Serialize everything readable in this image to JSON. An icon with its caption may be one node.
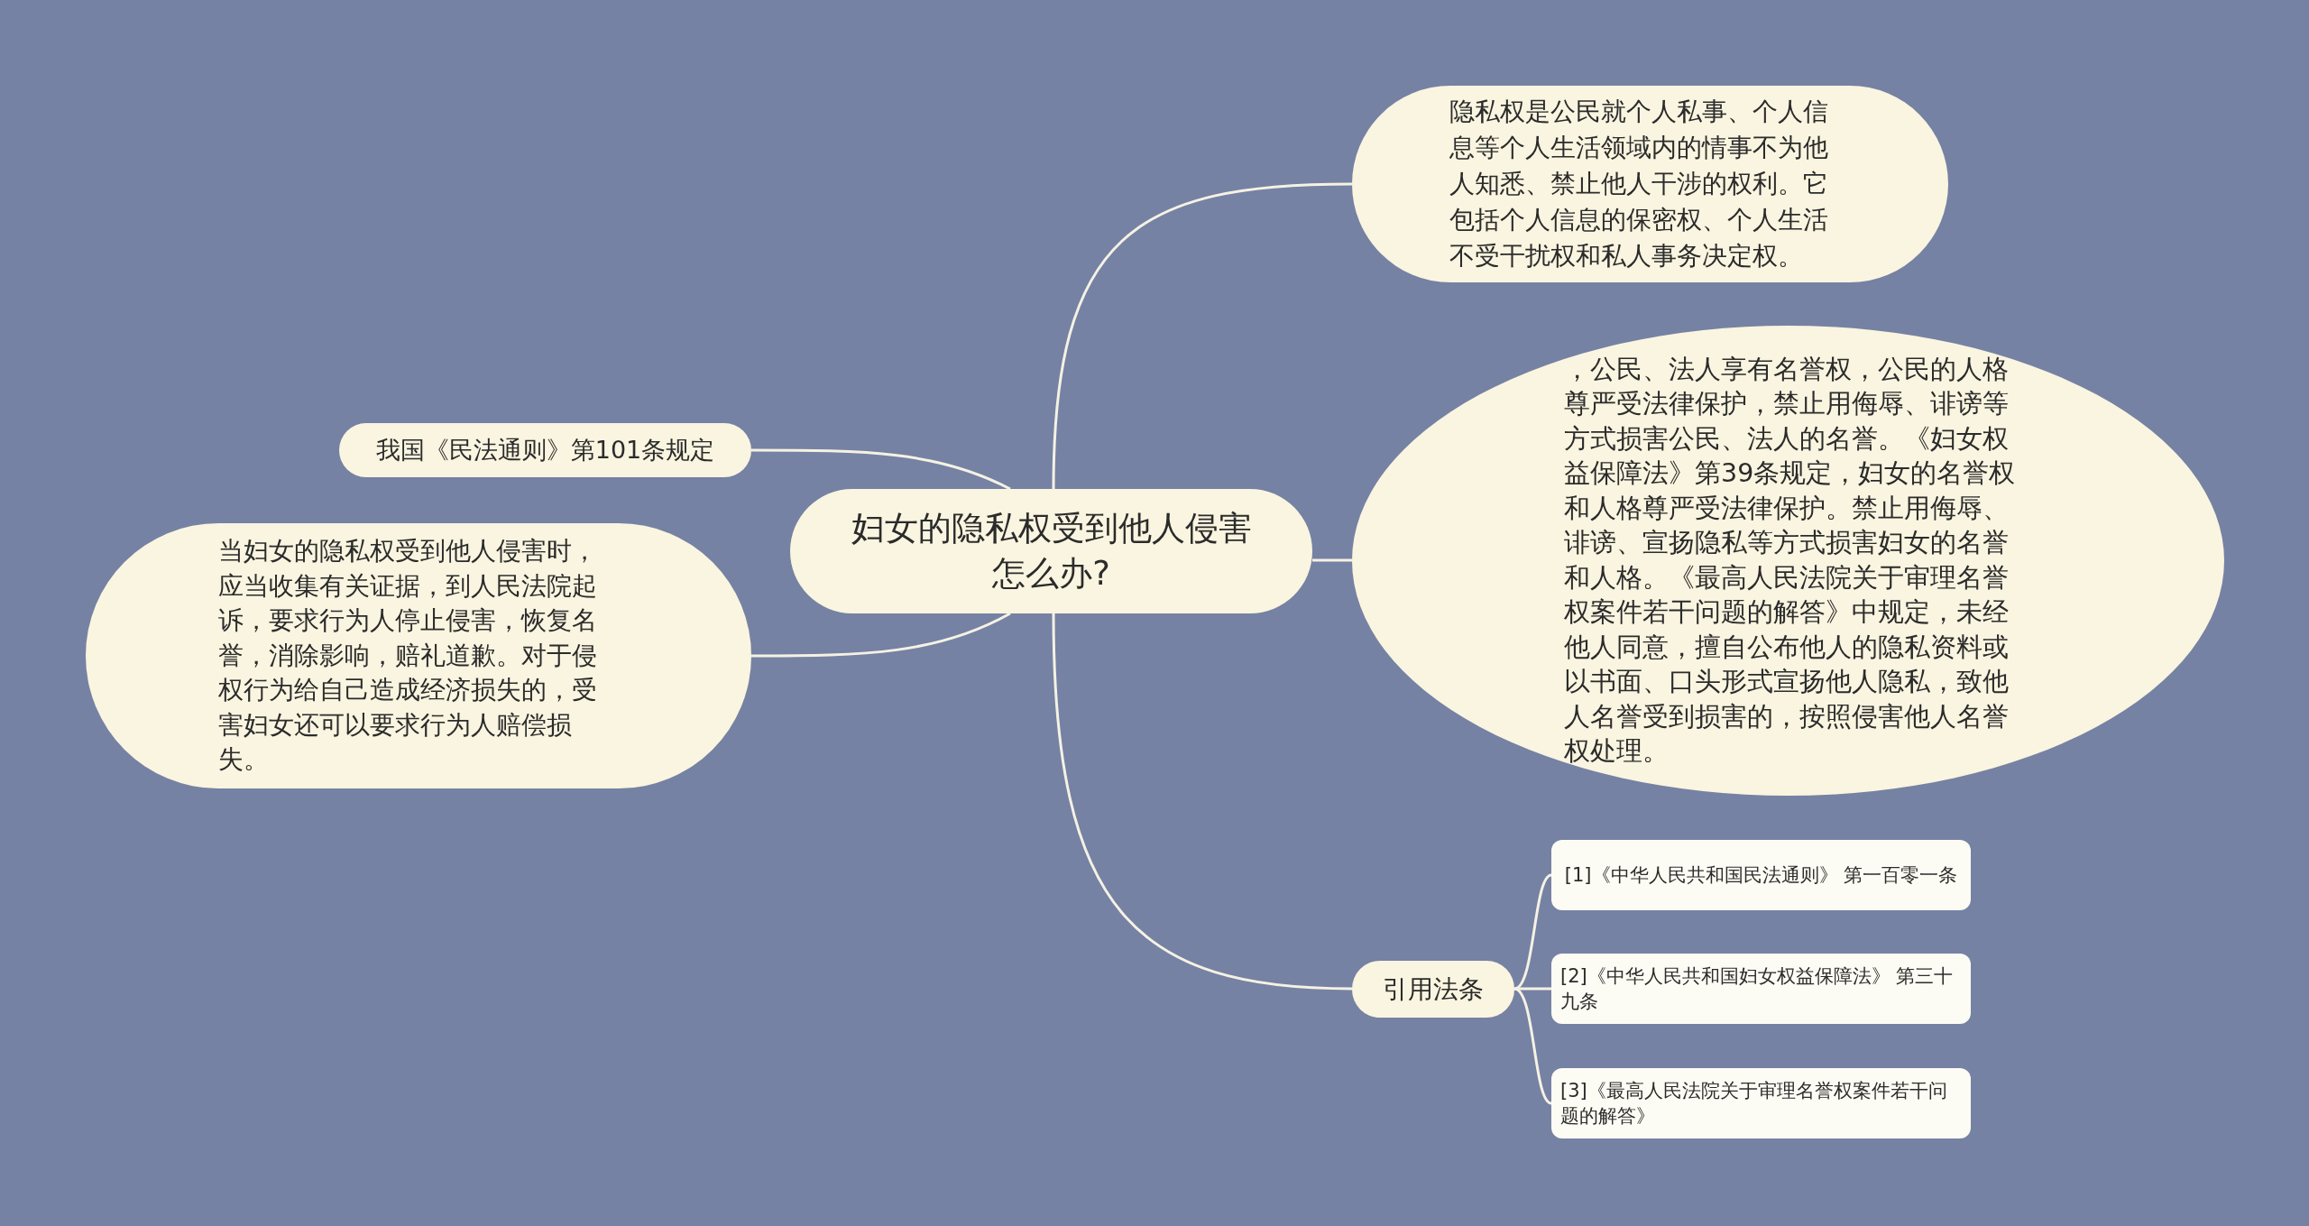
{
  "diagram": {
    "nodes": [
      {
        "text": [
          "妇女的隐私权受到他人侵害怎么办?"
        ]
      },
      {
        "text": [
          "隐私权是公民就个人私事、个人信息等个人生活领域内的情事不为他人知悉、禁止他人干涉的权利。它包括个人信息的保密权、个人生活不受干扰权和私人事务决定权。"
        ]
      },
      {
        "text": [
          "，公民、法人享有名誉权，公民的人格尊严受法律保护，禁止用侮辱、诽谤等方式损害公民、法人的名誉。《妇女权益保障法》第39条规定，妇女的名誉权和人格尊严受法律保护。禁止用侮辱、诽谤、宣扬隐私等方式损害妇女的名誉和人格。《最高人民法院关于审理名誉权案件若干问题的解答》中规定，未经他人同意，擅自公布他人的隐私资料或以书面、口头形式宣扬他人隐私，致他人名誉受到损害的，按照侵害他人名誉权处理。"
        ]
      },
      {
        "text": [
          "引用法条"
        ]
      },
      {
        "text": [
          "[1]《中华人民共和国民法通则》 第一百零一条"
        ]
      },
      {
        "text": [
          "[2]《中华人民共和国妇女权益保障法》 第三十九条"
        ]
      },
      {
        "text": [
          "[3]《最高人民法院关于审理名誉权案件若干问题的解答》"
        ]
      },
      {
        "text": [
          "我国《民法通则》第101条规定"
        ]
      },
      {
        "text": [
          "当妇女的隐私权受到他人侵害时，应当收集有关证据，到人民法院起诉，要求行为人停止侵害，恢复名誉，消除影响，赔礼道歉。对于侵权行为给自己造成经济损失的，受害妇女还可以要求行为人赔偿损失。"
        ]
      }
    ],
    "edges": [
      {
        "from": 0,
        "to": 1,
        "arrow": "none"
      },
      {
        "from": 0,
        "to": 2,
        "arrow": "none"
      },
      {
        "from": 0,
        "to": 3,
        "arrow": "none"
      },
      {
        "from": 3,
        "to": 4,
        "arrow": "none"
      },
      {
        "from": 3,
        "to": 5,
        "arrow": "none"
      },
      {
        "from": 3,
        "to": 6,
        "arrow": "none"
      },
      {
        "from": 0,
        "to": 7,
        "arrow": "none"
      },
      {
        "from": 0,
        "to": 8,
        "arrow": "none"
      }
    ]
  }
}
